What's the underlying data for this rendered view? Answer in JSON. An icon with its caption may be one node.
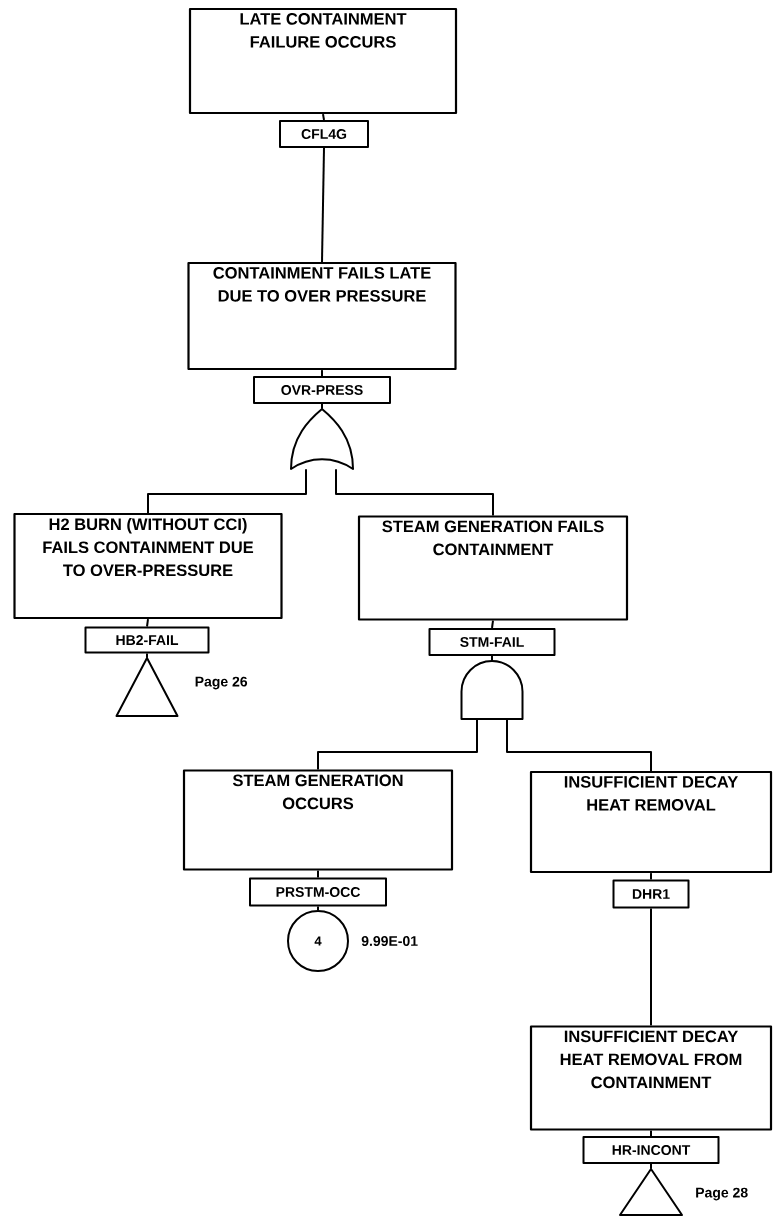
{
  "diagram": {
    "nodes": [
      {
        "text": [
          "LATE CONTAINMENT FAILURE OCCURS"
        ]
      },
      {
        "text": [
          "CFL4G"
        ]
      },
      {
        "text": [
          "CONTAINMENT FAILS LATE DUE TO OVER PRESSURE"
        ]
      },
      {
        "text": [
          "OVR-PRESS"
        ]
      },
      {
        "text": [],
        "shape": "or-gate"
      },
      {
        "text": [
          "H2 BURN (WITHOUT CCI) FAILS CONTAINMENT DUE TO OVER-PRESSURE"
        ]
      },
      {
        "text": [
          "HB2-FAIL"
        ]
      },
      {
        "text": [],
        "shape": "triangle",
        "beside": [
          "Page 26"
        ]
      },
      {
        "text": [
          "STEAM GENERATION FAILS CONTAINMENT"
        ]
      },
      {
        "text": [
          "STM-FAIL"
        ]
      },
      {
        "text": [],
        "shape": "and-gate"
      },
      {
        "text": [
          "STEAM GENERATION OCCURS"
        ]
      },
      {
        "text": [
          "PRSTM-OCC"
        ]
      },
      {
        "text": [
          "4"
        ],
        "beside": [
          "9.99E-01"
        ]
      },
      {
        "text": [
          "INSUFFICIENT DECAY HEAT REMOVAL"
        ]
      },
      {
        "text": [
          "DHR1"
        ]
      },
      {
        "text": [
          "INSUFFICIENT DECAY HEAT REMOVAL FROM CONTAINMENT"
        ]
      },
      {
        "text": [
          "HR-INCONT"
        ]
      },
      {
        "text": [],
        "shape": "triangle",
        "beside": [
          "Page 28"
        ]
      }
    ],
    "edges": [
      {
        "from": 0,
        "to": 1,
        "arrow": "none"
      },
      {
        "from": 1,
        "to": 2,
        "arrow": "none"
      },
      {
        "from": 2,
        "to": 3,
        "arrow": "none"
      },
      {
        "from": 3,
        "to": 4,
        "arrow": "none"
      },
      {
        "from": 4,
        "to": 5,
        "arrow": "none"
      },
      {
        "from": 4,
        "to": 8,
        "arrow": "none"
      },
      {
        "from": 5,
        "to": 6,
        "arrow": "none"
      },
      {
        "from": 6,
        "to": 7,
        "arrow": "none"
      },
      {
        "from": 8,
        "to": 9,
        "arrow": "none"
      },
      {
        "from": 9,
        "to": 10,
        "arrow": "none"
      },
      {
        "from": 10,
        "to": 11,
        "arrow": "none"
      },
      {
        "from": 10,
        "to": 14,
        "arrow": "none"
      },
      {
        "from": 11,
        "to": 12,
        "arrow": "none"
      },
      {
        "from": 12,
        "to": 13,
        "arrow": "none"
      },
      {
        "from": 14,
        "to": 15,
        "arrow": "none"
      },
      {
        "from": 15,
        "to": 16,
        "arrow": "none"
      },
      {
        "from": 16,
        "to": 17,
        "arrow": "none"
      },
      {
        "from": 17,
        "to": 18,
        "arrow": "none"
      }
    ]
  }
}
